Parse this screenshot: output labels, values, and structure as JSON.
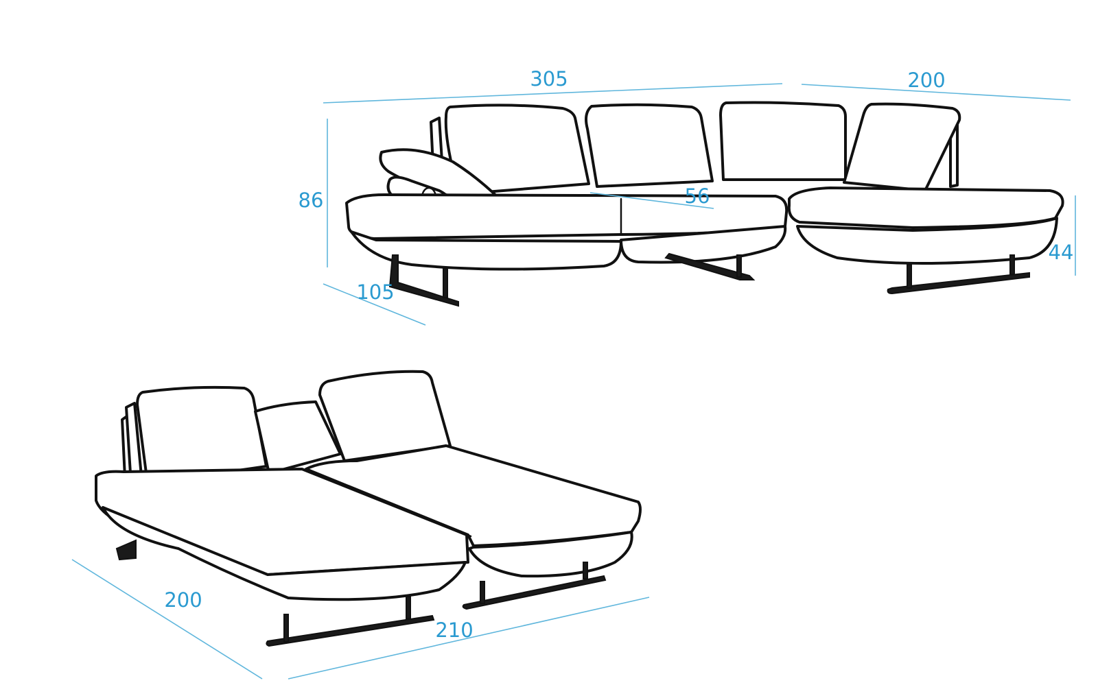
{
  "dimensions": {
    "corner_sofa": {
      "width_main": "305",
      "width_chaise": "200",
      "height": "86",
      "depth": "105",
      "seat_depth": "56",
      "seat_height": "44"
    },
    "sofa_bed": {
      "length": "200",
      "width": "210"
    }
  },
  "colors": {
    "dimension": "#2a9ad0",
    "sketch": "#111111",
    "background": "#ffffff"
  }
}
